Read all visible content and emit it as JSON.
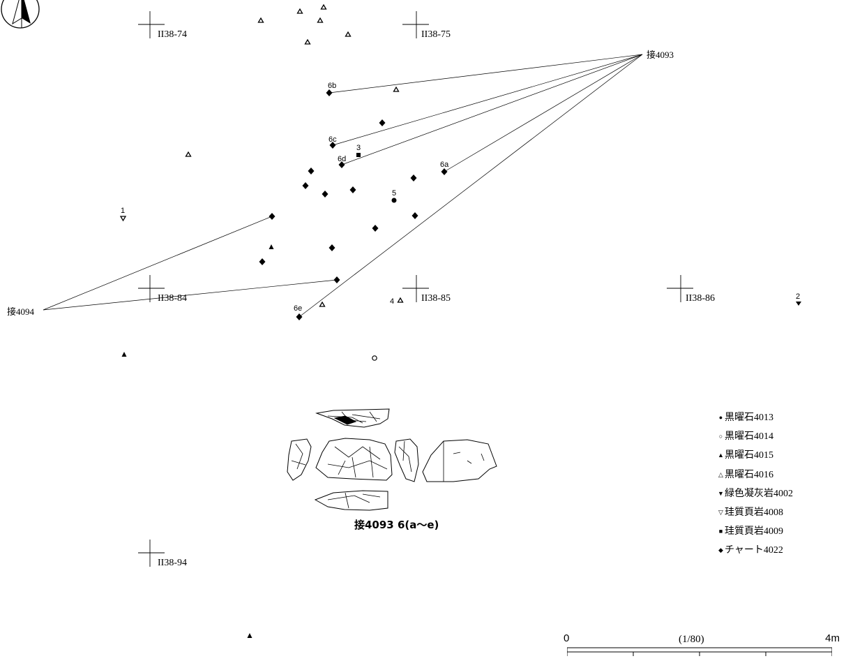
{
  "north_arrow": "north-arrow-icon",
  "grid_labels": {
    "g74": "II38-74",
    "g75": "II38-75",
    "g84": "II38-84",
    "g85": "II38-85",
    "g86": "II38-86",
    "g94": "II38-94"
  },
  "refit_labels": {
    "r4093": "接4093",
    "r4094": "接4094"
  },
  "point_labels": {
    "p6a": "6a",
    "p6b": "6b",
    "p6c": "6c",
    "p6d": "6d",
    "p6e": "6e",
    "p1": "1",
    "p2": "2",
    "p3": "3",
    "p4": "4",
    "p5": "5"
  },
  "caption": "接4093 6(a〜e)",
  "legend": [
    {
      "symbol": "●",
      "label": "黒曜石4013"
    },
    {
      "symbol": "○",
      "label": "黒曜石4014"
    },
    {
      "symbol": "▲",
      "label": "黒曜石4015"
    },
    {
      "symbol": "△",
      "label": "黒曜石4016"
    },
    {
      "symbol": "▼",
      "label": "緑色凝灰岩4002"
    },
    {
      "symbol": "▽",
      "label": "珪質頁岩4008"
    },
    {
      "symbol": "■",
      "label": "珪質頁岩4009"
    },
    {
      "symbol": "◆",
      "label": "チャート4022"
    }
  ],
  "scale": {
    "start": "0",
    "end": "4m",
    "ratio": "(1/80)"
  }
}
